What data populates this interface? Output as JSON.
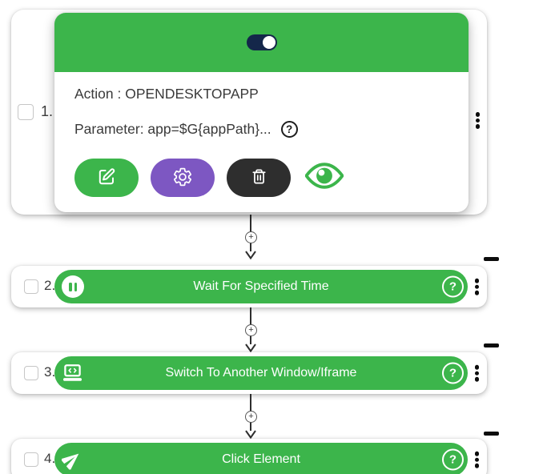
{
  "popup": {
    "action_line": "Action : OPENDESKTOPAPP",
    "parameter_line": "Parameter: app=$G{appPath}...",
    "help_glyph": "?",
    "toggle_state": "on",
    "buttons": [
      {
        "name": "edit",
        "icon": "edit-icon",
        "color": "#3cb54b"
      },
      {
        "name": "settings",
        "icon": "gear-icon",
        "color": "#7d57c2"
      },
      {
        "name": "delete",
        "icon": "trash-icon",
        "color": "#2e2e2e"
      },
      {
        "name": "view",
        "icon": "eye-icon",
        "color": "#3cb54b"
      }
    ]
  },
  "steps": [
    {
      "number": "1.",
      "expanded": true
    },
    {
      "number": "2.",
      "label": "Wait For Specified Time",
      "icon": "pause-icon",
      "help_glyph": "?"
    },
    {
      "number": "3.",
      "label": "Switch To Another Window/Iframe",
      "icon": "laptop-code-icon",
      "help_glyph": "?"
    },
    {
      "number": "4.",
      "label": "Click Element",
      "icon": "paper-plane-icon",
      "help_glyph": "?"
    }
  ],
  "connector": {
    "add_glyph": "+"
  },
  "colors": {
    "green": "#3cb54b",
    "purple": "#7d57c2",
    "dark_button": "#2e2e2e",
    "toggle_navy": "#14274a",
    "text": "#3c3c3c"
  }
}
